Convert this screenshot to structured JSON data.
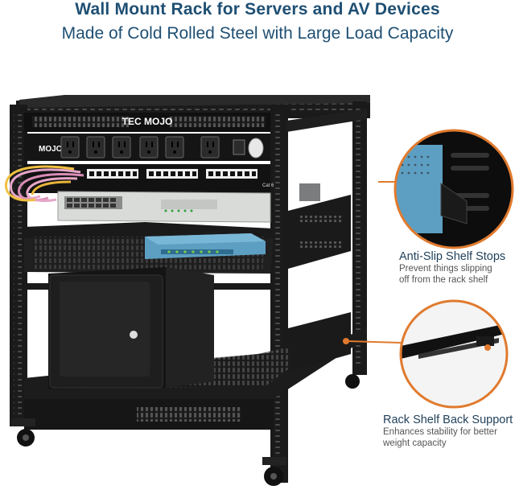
{
  "header": {
    "title": "Wall Mount Rack for Servers and AV Devices",
    "subtitle": "Made of Cold Rolled Steel with Large Load Capacity"
  },
  "brand": {
    "top_logo": "TEC MOJO",
    "pdu_logo": "MOJO",
    "patch_label": "Cat 6"
  },
  "callouts": [
    {
      "title": "Anti-Slip Shelf Stops",
      "description_line1": "Prevent things slipping",
      "description_line2": "off from the rack shelf"
    },
    {
      "title": "Rack Shelf Back Support",
      "description_line1": "Enhances stability for better",
      "description_line2": "weight capacity"
    }
  ],
  "colors": {
    "title": "#1e4f73",
    "callout_ring": "#e07a2e",
    "rack": "#1a1a1a",
    "router": "#5d9fc2",
    "cables": "#e6a6c8",
    "switch": "#d9dbd9"
  }
}
